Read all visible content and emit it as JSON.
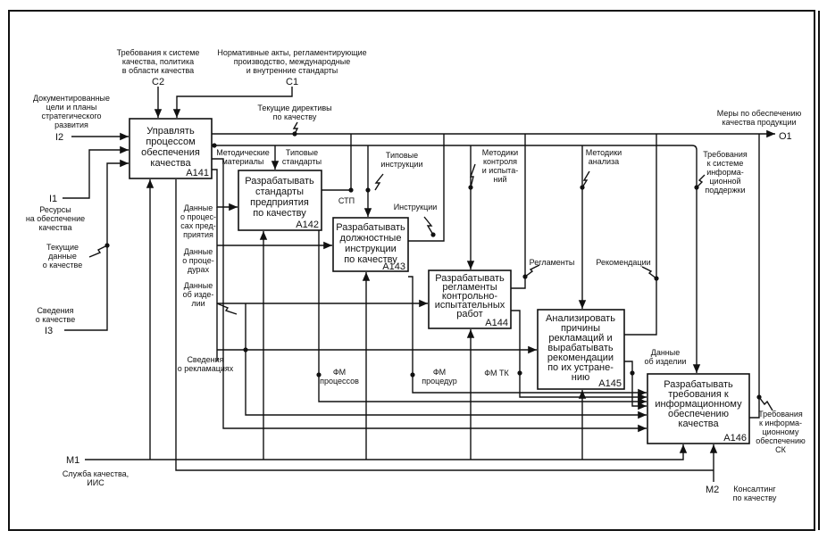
{
  "boxes": [
    {
      "id": "A141",
      "lines": [
        "Управлять",
        "процессом",
        "обеспечения",
        "качества"
      ]
    },
    {
      "id": "A142",
      "lines": [
        "Разрабатывать",
        "стандарты",
        "предприятия",
        "по качеству"
      ]
    },
    {
      "id": "A143",
      "lines": [
        "Разрабатывать",
        "должностные",
        "инструкции",
        "по качеству"
      ]
    },
    {
      "id": "A144",
      "lines": [
        "Разрабатывать",
        "регламенты",
        "контрольно-",
        "испытательных",
        "работ"
      ]
    },
    {
      "id": "A145",
      "lines": [
        "Анализировать",
        "причины",
        "рекламаций и",
        "вырабатывать",
        "рекомендации",
        "по их устране-",
        "нию"
      ]
    },
    {
      "id": "A146",
      "lines": [
        "Разрабатывать",
        "требования к",
        "информационному",
        "обеспечению",
        "качества"
      ]
    }
  ],
  "boundary": {
    "c2": {
      "code": "C2",
      "lines": [
        "Требования к системе",
        "качества, политика",
        "в области качества"
      ]
    },
    "c1": {
      "code": "C1",
      "lines": [
        "Нормативные акты, регламентирующие",
        "производство, международные",
        "и внутренние стандарты"
      ]
    },
    "i2": {
      "code": "I2",
      "lines": [
        "Документированные",
        "цели и планы",
        "стратегического",
        "развития"
      ]
    },
    "i1": {
      "code": "I1",
      "lines": [
        "Ресурсы",
        "на обеспечение",
        "качества"
      ]
    },
    "i3": {
      "code": "I3",
      "lines": [
        "Сведения",
        "о качестве"
      ]
    },
    "o1": {
      "code": "O1",
      "lines": [
        "Меры по обеспечению",
        "качества продукции"
      ]
    },
    "m1": {
      "code": "M1",
      "lines": [
        "Служба качества,",
        "ИИС"
      ]
    },
    "m2": {
      "code": "M2",
      "lines": [
        "Консалтинг",
        "по качеству"
      ]
    }
  },
  "arrow_labels": {
    "current_directives": [
      "Текущие директивы",
      "по качеству"
    ],
    "current_data": [
      "Текущие",
      "данные",
      "о качестве"
    ],
    "method_materials": [
      "Методические",
      "материалы"
    ],
    "typical_standards": [
      "Типовые",
      "стандарты"
    ],
    "typical_instructions": [
      "Типовые",
      "инструкции"
    ],
    "stp": [
      "СТП"
    ],
    "instructions": [
      "Инструкции"
    ],
    "control_methods": [
      "Методики",
      "контроля",
      "и испыта-",
      "ний"
    ],
    "analysis_methods": [
      "Методики",
      "анализа"
    ],
    "info_req": [
      "Требования",
      "к системе",
      "информа-",
      "ционной",
      "поддержки"
    ],
    "process_data": [
      "Данные",
      "о процес-",
      "сах пред-",
      "приятия"
    ],
    "procedure_data": [
      "Данные",
      "о проце-",
      "дурах"
    ],
    "product_data": [
      "Данные",
      "об изде-",
      "лии"
    ],
    "complaints": [
      "Сведения",
      "о рекламациях"
    ],
    "regulations": [
      "Регламенты"
    ],
    "recommendations": [
      "Рекомендации"
    ],
    "product_data2": [
      "Данные",
      "об изделии"
    ],
    "fm_processes": [
      "ФМ",
      "процессов"
    ],
    "fm_procedures": [
      "ФМ",
      "процедур"
    ],
    "fm_tk": [
      "ФМ ТК"
    ],
    "sk_req": [
      "Требования",
      "к информа-",
      "ционному",
      "обеспечению",
      "СК"
    ]
  }
}
